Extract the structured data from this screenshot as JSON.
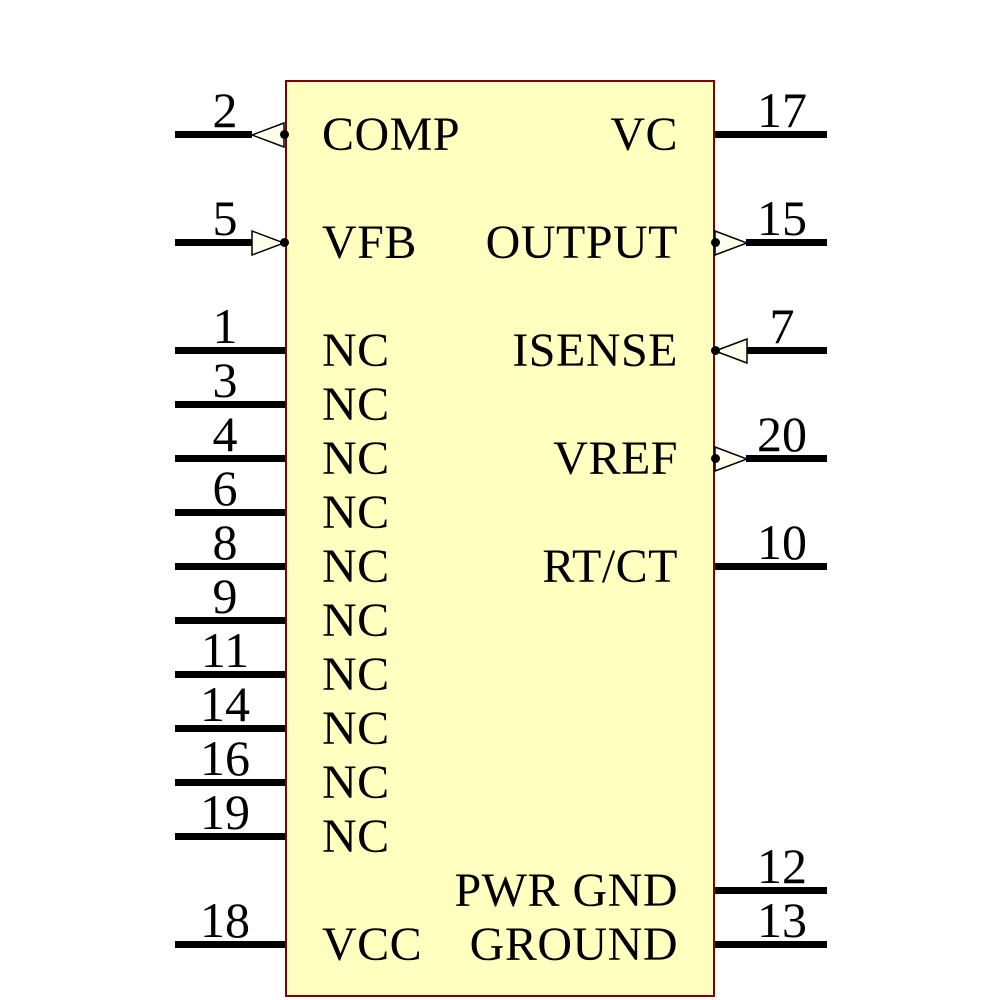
{
  "symbol": {
    "kind": "ic-schematic-symbol",
    "colors": {
      "body_fill": "#FFFFC0",
      "body_border": "#7F0000",
      "wire": "#000000",
      "arrow_fill": "#FFFFEC",
      "text": "#000000",
      "background": "#FFFFFF"
    },
    "left_pins": [
      {
        "number": "2",
        "label": "COMP",
        "arrow": "out-left"
      },
      {
        "number": "5",
        "label": "VFB",
        "arrow": "in-right"
      },
      {
        "number": "1",
        "label": "NC",
        "arrow": "none"
      },
      {
        "number": "3",
        "label": "NC",
        "arrow": "none"
      },
      {
        "number": "4",
        "label": "NC",
        "arrow": "none"
      },
      {
        "number": "6",
        "label": "NC",
        "arrow": "none"
      },
      {
        "number": "8",
        "label": "NC",
        "arrow": "none"
      },
      {
        "number": "9",
        "label": "NC",
        "arrow": "none"
      },
      {
        "number": "11",
        "label": "NC",
        "arrow": "none"
      },
      {
        "number": "14",
        "label": "NC",
        "arrow": "none"
      },
      {
        "number": "16",
        "label": "NC",
        "arrow": "none"
      },
      {
        "number": "19",
        "label": "NC",
        "arrow": "none"
      },
      {
        "number": "18",
        "label": "VCC",
        "arrow": "none"
      }
    ],
    "right_pins": [
      {
        "number": "17",
        "label": "VC",
        "arrow": "none"
      },
      {
        "number": "15",
        "label": "OUTPUT",
        "arrow": "out-right"
      },
      {
        "number": "7",
        "label": "ISENSE",
        "arrow": "in-left"
      },
      {
        "number": "20",
        "label": "VREF",
        "arrow": "out-right"
      },
      {
        "number": "10",
        "label": "RT/CT",
        "arrow": "none"
      },
      {
        "number": "12",
        "label": "PWR GND",
        "arrow": "none"
      },
      {
        "number": "13",
        "label": "GROUND",
        "arrow": "none"
      }
    ]
  }
}
